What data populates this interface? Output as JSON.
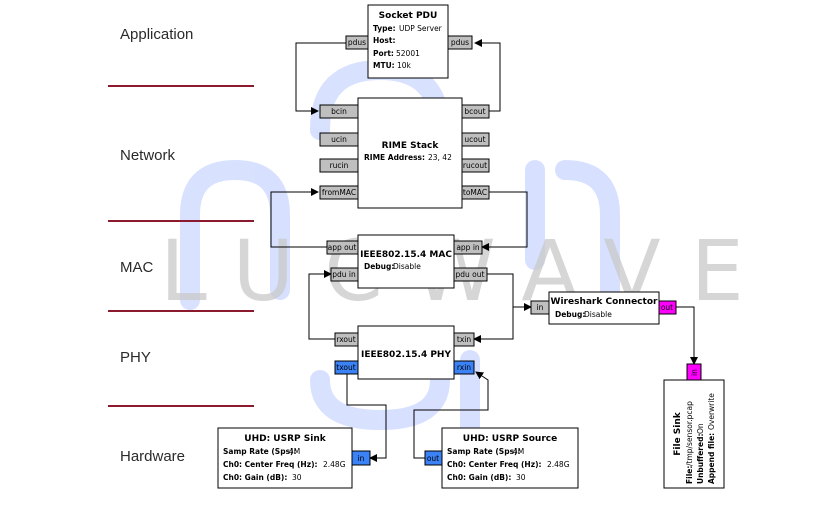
{
  "layers": {
    "application": "Application",
    "network": "Network",
    "mac": "MAC",
    "phy": "PHY",
    "hardware": "Hardware"
  },
  "watermark": {
    "text": "LUCWAVE"
  },
  "blocks": {
    "socket_pdu": {
      "title": "Socket PDU",
      "params": [
        {
          "k": "Type:",
          "v": "UDP Server"
        },
        {
          "k": "Host:",
          "v": ""
        },
        {
          "k": "Port:",
          "v": "52001"
        },
        {
          "k": "MTU:",
          "v": "10k"
        }
      ],
      "ports": {
        "in": "pdus",
        "out": "pdus"
      }
    },
    "rime_stack": {
      "title": "RIME Stack",
      "param_k": "RIME Address:",
      "param_v": "23, 42",
      "in_ports": [
        "bcin",
        "ucin",
        "rucin",
        "fromMAC"
      ],
      "out_ports": [
        "bcout",
        "ucout",
        "rucout",
        "toMAC"
      ]
    },
    "mac": {
      "title": "IEEE802.15.4 MAC",
      "param_k": "Debug:",
      "param_v": "Disable",
      "ports": {
        "app_out": "app out",
        "app_in": "app in",
        "pdu_in": "pdu in",
        "pdu_out": "pdu out"
      }
    },
    "phy": {
      "title": "IEEE802.15.4 PHY",
      "ports": {
        "rxout": "rxout",
        "txin": "txin",
        "txout": "txout",
        "rxin": "rxin"
      }
    },
    "wireshark": {
      "title": "Wireshark Connector",
      "param_k": "Debug:",
      "param_v": "Disable",
      "ports": {
        "in": "in",
        "out": "out"
      }
    },
    "file_sink": {
      "title": "File Sink",
      "params": [
        {
          "k": "File:",
          "v": "/tmp/sensor.pcap"
        },
        {
          "k": "Unbuffered:",
          "v": "On"
        },
        {
          "k": "Append file:",
          "v": "Overwrite"
        }
      ],
      "port_in": "in"
    },
    "usrp_sink": {
      "title": "UHD: USRP Sink",
      "params": [
        {
          "k": "Samp Rate (Sps):",
          "v": "4M"
        },
        {
          "k": "Ch0: Center Freq (Hz):",
          "v": "2.48G"
        },
        {
          "k": "Ch0: Gain (dB):",
          "v": "30"
        }
      ],
      "port_in": "in"
    },
    "usrp_source": {
      "title": "UHD: USRP Source",
      "params": [
        {
          "k": "Samp Rate (Sps):",
          "v": "4M"
        },
        {
          "k": "Ch0: Center Freq (Hz):",
          "v": "2.48G"
        },
        {
          "k": "Ch0: Gain (dB):",
          "v": "30"
        }
      ],
      "port_out": "out"
    }
  },
  "colors": {
    "divider": "#8b1a2e",
    "block_border": "#000000",
    "block_fill": "#ffffff",
    "msg_port": "#bfbfbf",
    "stream_port": "#3b82f6",
    "file_port": "#ff00ff",
    "watermark_logo": "#4f7cff"
  }
}
